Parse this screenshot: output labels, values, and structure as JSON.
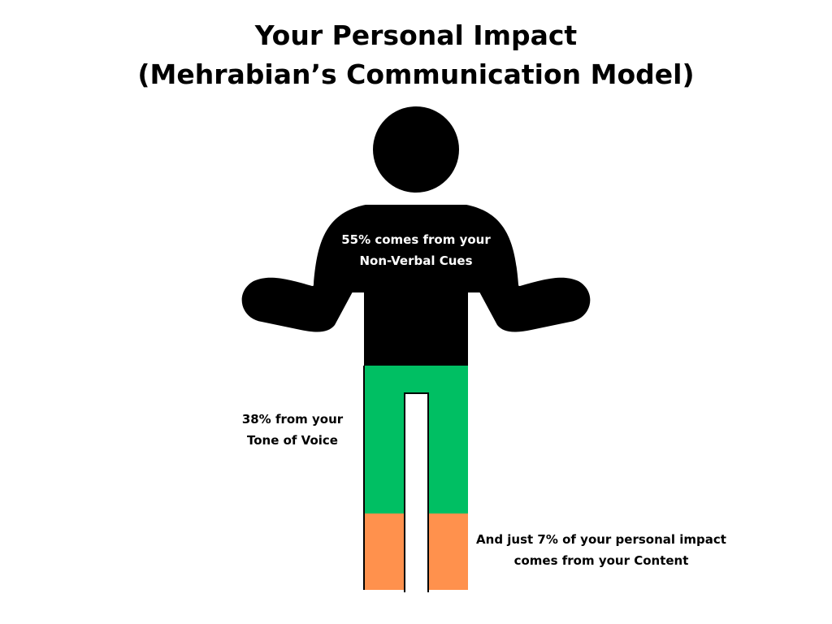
{
  "title": {
    "line1": "Your Personal Impact",
    "line2": "(Mehrabian’s Communication Model)"
  },
  "segments": {
    "nonverbal": {
      "percent": 55,
      "line1": "55% comes from your",
      "line2": "Non-Verbal Cues",
      "color": "#000000"
    },
    "tone": {
      "percent": 38,
      "line1": "38% from your",
      "line2": "Tone of Voice",
      "color": "#00bf63"
    },
    "content": {
      "percent": 7,
      "line1": "And just 7% of your personal impact",
      "line2": "comes from your Content",
      "color": "#ff914d"
    }
  }
}
